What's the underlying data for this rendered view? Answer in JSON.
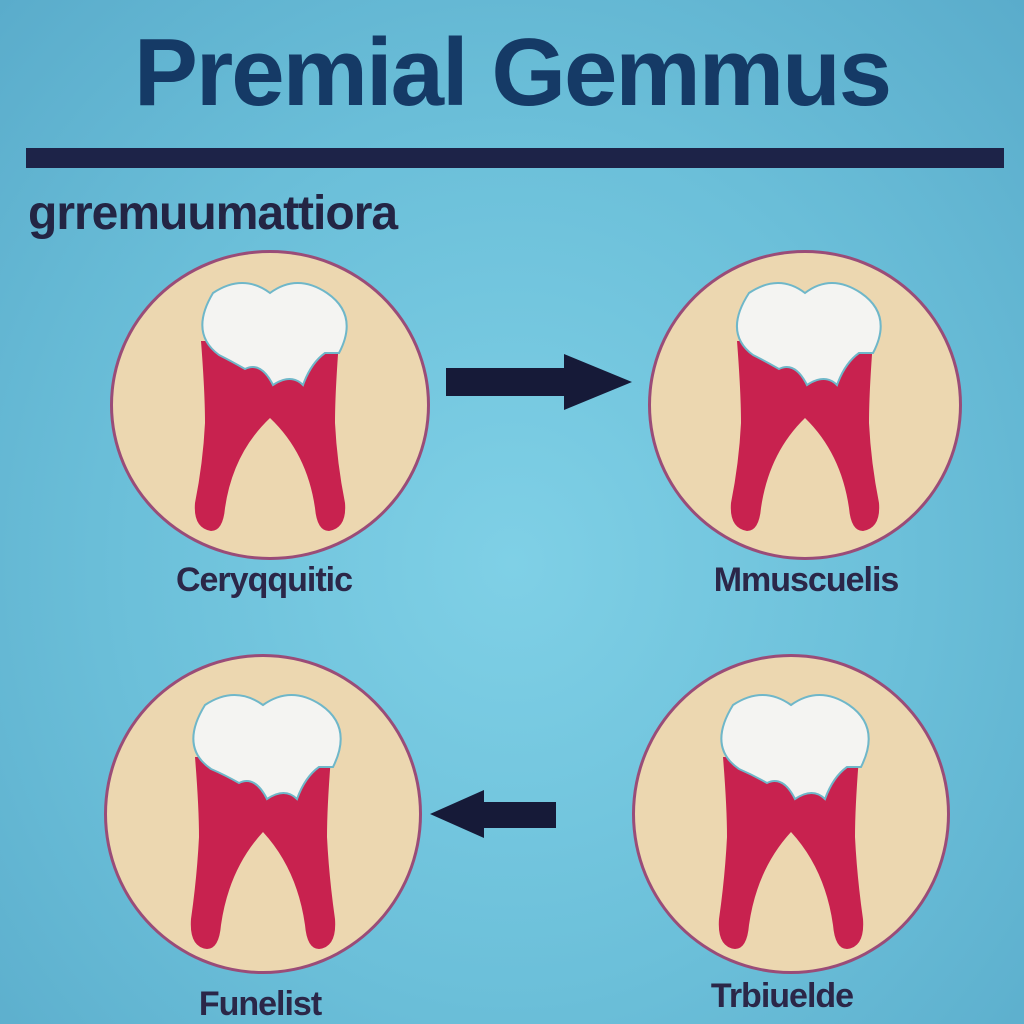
{
  "header": {
    "title": "Premial Gemmus",
    "subtitle": "grremuumattiora"
  },
  "stages": [
    {
      "label": "Ceryqquitic"
    },
    {
      "label": "Mmuscuelis"
    },
    {
      "label": "Funelist"
    },
    {
      "label": "Trbiuelde"
    }
  ],
  "colors": {
    "background": "#6bbfd9",
    "title": "#153a66",
    "circle_fill": "#ecd7b0",
    "circle_border": "#9a4c78",
    "gum": "#c8224f",
    "enamel": "#f4f4f2",
    "arrow": "#161a38"
  },
  "arrows": [
    {
      "direction": "right"
    },
    {
      "direction": "left"
    }
  ]
}
